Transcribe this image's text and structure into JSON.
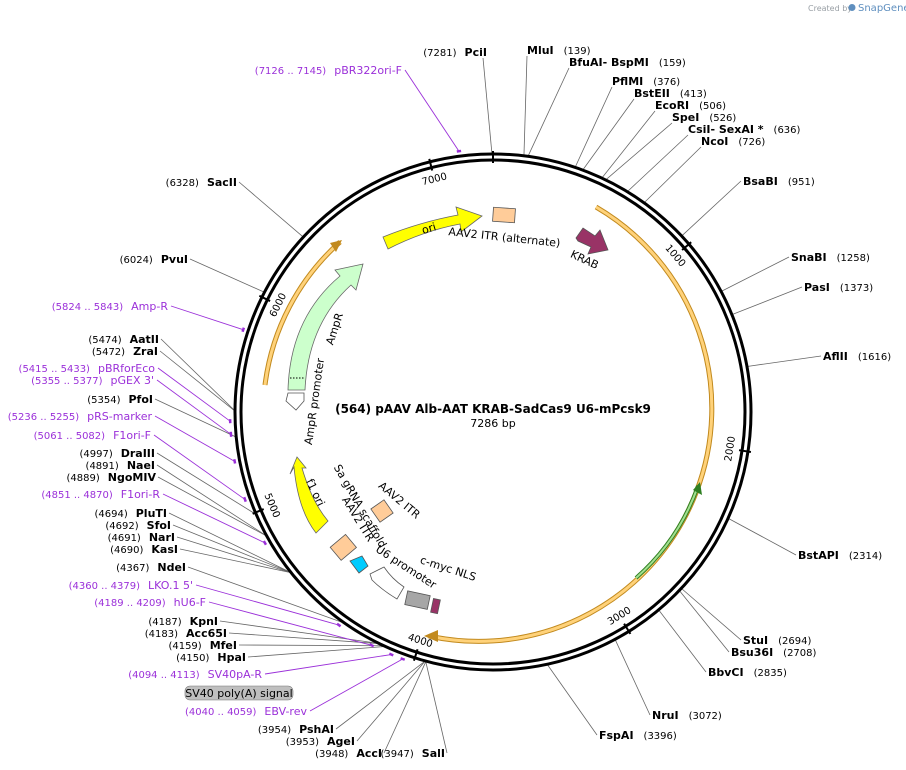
{
  "header": {
    "created_by": "Created by",
    "brand": "SnapGene"
  },
  "plasmid": {
    "title": "(564) pAAV Alb-AAT KRAB-SadCas9 U6-mPcsk9",
    "size_label": "7286 bp",
    "length": 7286
  },
  "ticks": [
    {
      "pos": 1000,
      "label": "1000"
    },
    {
      "pos": 2000,
      "label": "2000"
    },
    {
      "pos": 3000,
      "label": "3000"
    },
    {
      "pos": 4000,
      "label": "4000"
    },
    {
      "pos": 5000,
      "label": "5000"
    },
    {
      "pos": 6000,
      "label": "6000"
    },
    {
      "pos": 7000,
      "label": "7000"
    }
  ],
  "features": [
    {
      "name": "ori",
      "color": "#ffff00",
      "label": "ori"
    },
    {
      "name": "AmpR",
      "color": "#ccffcc",
      "label": "AmpR"
    },
    {
      "name": "AmpR promoter",
      "color": "#ffffff",
      "label": "AmpR promoter"
    },
    {
      "name": "f1 ori",
      "color": "#ffff00",
      "label": "f1 ori"
    },
    {
      "name": "AAV2 ITR (alternate)",
      "color": "#ffcc99",
      "label": "AAV2 ITR (alternate)"
    },
    {
      "name": "KRAB",
      "color": "#993366",
      "label": "KRAB"
    },
    {
      "name": "AAV2 ITR",
      "color": "#ffcc99",
      "label": "AAV2 ITR"
    },
    {
      "name": "AAV2 ITR 2",
      "color": "#ffcc99",
      "label": "AAV2 ITR"
    },
    {
      "name": "Sa gRNA scaffold",
      "color": "#00ccff",
      "label": "Sa gRNA scaffold"
    },
    {
      "name": "U6 promoter",
      "color": "#ffffff",
      "label": "U6 promoter"
    },
    {
      "name": "c-myc NLS",
      "color": "#993366",
      "label": "c-myc NLS"
    },
    {
      "name": "SV40 poly(A) signal",
      "color": "#a6a6a6",
      "label": "SV40 poly(A) signal"
    }
  ],
  "right_sites": [
    {
      "name": "BsaBI",
      "pos": "(951)"
    },
    {
      "name": "SnaBI",
      "pos": "(1258)"
    },
    {
      "name": "PasI",
      "pos": "(1373)"
    },
    {
      "name": "AflII",
      "pos": "(1616)"
    },
    {
      "name": "BstAPI",
      "pos": "(2314)"
    },
    {
      "name": "StuI",
      "pos": "(2694)"
    },
    {
      "name": "Bsu36I",
      "pos": "(2708)"
    },
    {
      "name": "BbvCI",
      "pos": "(2835)"
    },
    {
      "name": "NruI",
      "pos": "(3072)"
    },
    {
      "name": "FspAI",
      "pos": "(3396)"
    }
  ],
  "top_sites": [
    {
      "name": "PciI",
      "pos": "(7281)"
    },
    {
      "name": "MluI",
      "pos": "(139)"
    },
    {
      "name": "BfuAI",
      "extra": " - BspMI",
      "pos": "(159)"
    },
    {
      "name": "PflMI",
      "pos": "(376)"
    },
    {
      "name": "BstEII",
      "pos": "(413)"
    },
    {
      "name": "EcoRI",
      "pos": "(506)"
    },
    {
      "name": "SpeI",
      "pos": "(526)"
    },
    {
      "name": "CsiI",
      "extra": " - SexAI *",
      "pos": "(636)"
    },
    {
      "name": "NcoI",
      "pos": "(726)"
    }
  ],
  "left_sites": [
    {
      "name": "SacII",
      "pos": "(6328)"
    },
    {
      "name": "PvuI",
      "pos": "(6024)"
    },
    {
      "name": "AatII",
      "pos": "(5474)"
    },
    {
      "name": "ZraI",
      "pos": "(5472)"
    },
    {
      "name": "PfoI",
      "pos": "(5354)"
    },
    {
      "name": "DraIII",
      "pos": "(4997)"
    },
    {
      "name": "NaeI",
      "pos": "(4891)"
    },
    {
      "name": "NgoMIV",
      "pos": "(4889)"
    },
    {
      "name": "PluTI",
      "pos": "(4694)"
    },
    {
      "name": "SfoI",
      "pos": "(4692)"
    },
    {
      "name": "NarI",
      "pos": "(4691)"
    },
    {
      "name": "KasI",
      "pos": "(4690)"
    },
    {
      "name": "NdeI",
      "pos": "(4367)"
    },
    {
      "name": "KpnI",
      "pos": "(4187)"
    },
    {
      "name": "Acc65I",
      "pos": "(4183)"
    },
    {
      "name": "MfeI",
      "pos": "(4159)"
    },
    {
      "name": "HpaI",
      "pos": "(4150)"
    }
  ],
  "bottom_sites": [
    {
      "name": "PshAI",
      "pos": "(3954)"
    },
    {
      "name": "AgeI",
      "pos": "(3953)"
    },
    {
      "name": "AccI",
      "pos": "(3948)"
    },
    {
      "name": "SalI",
      "pos": "(3947)"
    }
  ],
  "primers": [
    {
      "name": "pBR322ori-F",
      "range": "(7126 .. 7145)"
    },
    {
      "name": "Amp-R",
      "range": "(5824 .. 5843)"
    },
    {
      "name": "pBRforEco",
      "range": "(5415 .. 5433)"
    },
    {
      "name": "pGEX 3'",
      "range": "(5355 .. 5377)"
    },
    {
      "name": "pRS-marker",
      "range": "(5236 .. 5255)"
    },
    {
      "name": "F1ori-F",
      "range": "(5061 .. 5082)"
    },
    {
      "name": "F1ori-R",
      "range": "(4851 .. 4870)"
    },
    {
      "name": "LKO.1 5'",
      "range": "(4360 .. 4379)"
    },
    {
      "name": "hU6-F",
      "range": "(4189 .. 4209)"
    },
    {
      "name": "SV40pA-R",
      "range": "(4094 .. 4113)"
    },
    {
      "name": "EBV-rev",
      "range": "(4040 .. 4059)"
    }
  ],
  "colors": {
    "primer": "#9b30d9",
    "orf_fill": "#ffcc80",
    "orf_stroke": "#b07000",
    "green_orf": "#55bb44",
    "backbone": "#000000"
  }
}
